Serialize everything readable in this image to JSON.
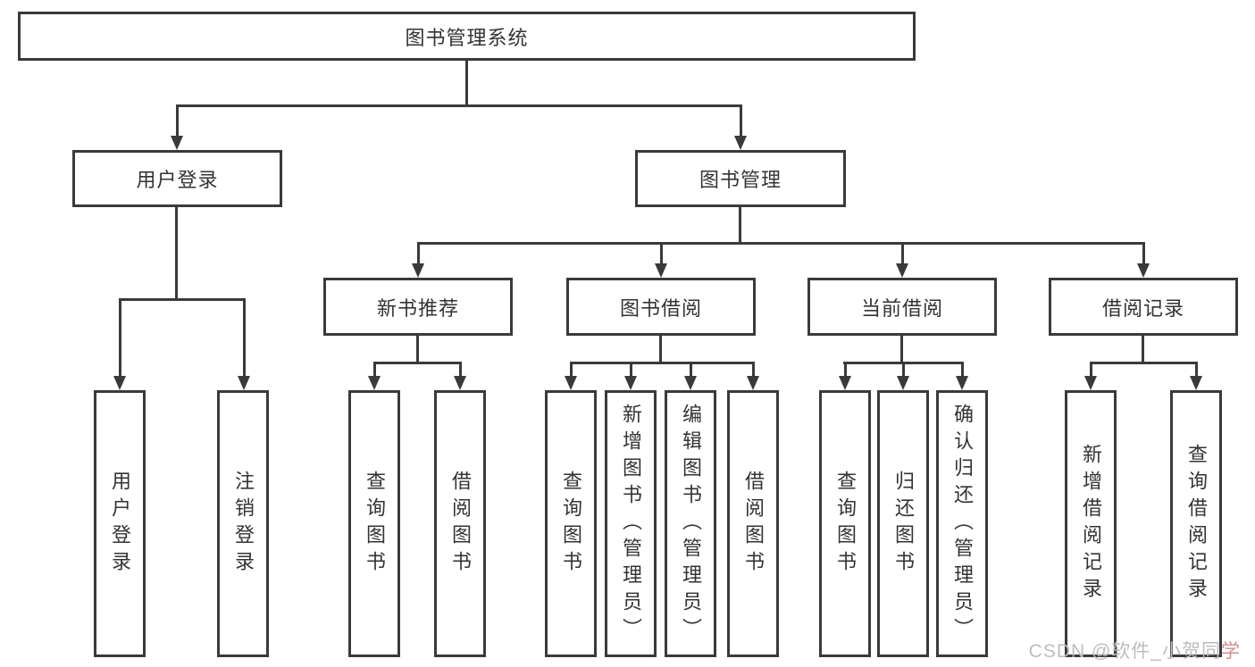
{
  "colors": {
    "line": "#3a3a3a",
    "text": "#333333",
    "bg": "#ffffff",
    "watermark": "#bdbdbd",
    "watermark_accent": "#cf8f8f"
  },
  "tree": {
    "root": {
      "label": "图书管理系统",
      "children": [
        {
          "label": "用户登录",
          "children": [
            {
              "label": "用户登录"
            },
            {
              "label": "注销登录"
            }
          ]
        },
        {
          "label": "图书管理",
          "children": [
            {
              "label": "新书推荐",
              "children": [
                {
                  "label": "查询图书"
                },
                {
                  "label": "借阅图书"
                }
              ]
            },
            {
              "label": "图书借阅",
              "children": [
                {
                  "label": "查询图书"
                },
                {
                  "label": "新增图书（管理员）"
                },
                {
                  "label": "编辑图书（管理员）"
                },
                {
                  "label": "借阅图书"
                }
              ]
            },
            {
              "label": "当前借阅",
              "children": [
                {
                  "label": "查询图书"
                },
                {
                  "label": "归还图书"
                },
                {
                  "label": "确认归还（管理员）"
                }
              ]
            },
            {
              "label": "借阅记录",
              "children": [
                {
                  "label": "新增借阅记录"
                },
                {
                  "label": "查询借阅记录"
                }
              ]
            }
          ]
        }
      ]
    }
  },
  "watermark": {
    "prefix": "CSDN @软件_小贺同",
    "accent": "学"
  }
}
